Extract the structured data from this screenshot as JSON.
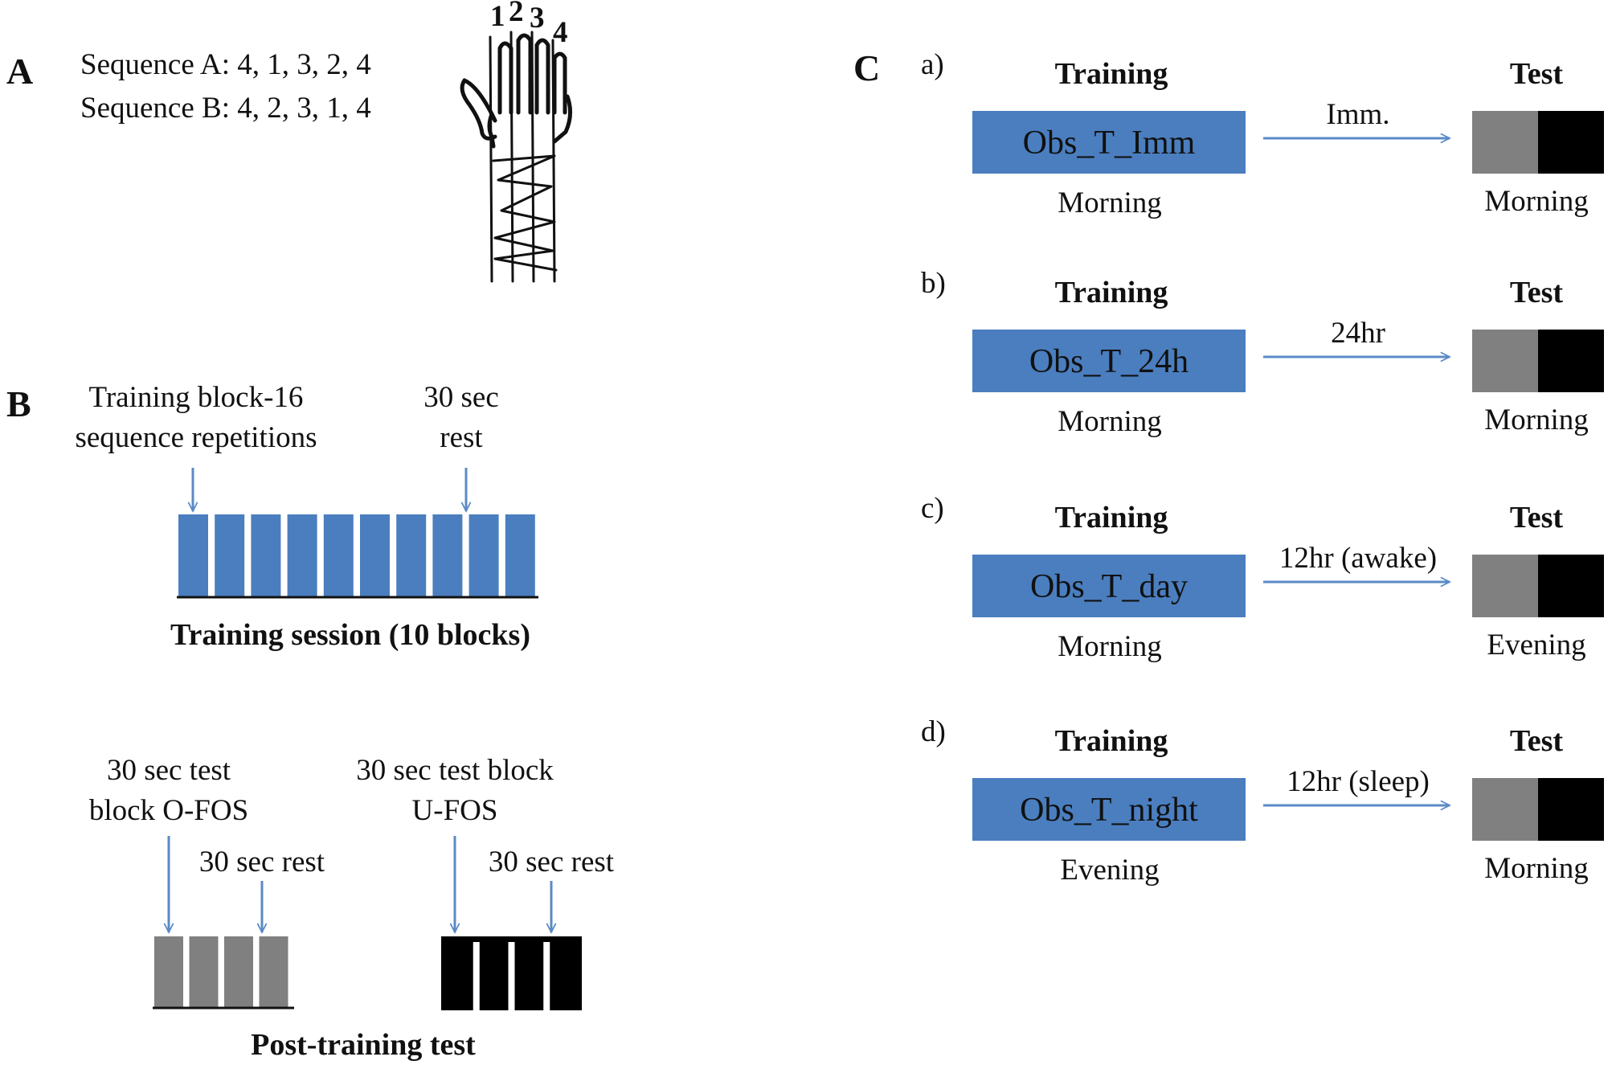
{
  "panelA": {
    "label": "A",
    "seq_a": "Sequence A: 4, 1, 3, 2, 4",
    "seq_b": "Sequence B: 4, 2, 3, 1, 4",
    "fingers": [
      "1",
      "2",
      "3",
      "4"
    ]
  },
  "panelB": {
    "label": "B",
    "train_block_l1": "Training block-16",
    "train_block_l2": "sequence repetitions",
    "rest_l1": "30 sec",
    "rest_l2": "rest",
    "session_caption": "Training session (10 blocks)",
    "training_block_count": 10,
    "ofos_l1": "30 sec test",
    "ofos_l2": "block O-FOS",
    "ofos_rest": "30 sec rest",
    "ufos_l1": "30 sec test block",
    "ufos_l2": "U-FOS",
    "ufos_rest": "30 sec rest",
    "test_caption": "Post-training test",
    "test_block_count": 4
  },
  "panelC": {
    "label": "C",
    "colors": {
      "box": "#4a7ebf",
      "arrow": "#5b8ac6",
      "gray": "#808080",
      "black": "#000000"
    },
    "rows": [
      {
        "tag": "a)",
        "training": "Training",
        "box": "Obs_T_Imm",
        "train_time": "Morning",
        "interval": "Imm.",
        "test": "Test",
        "test_time": "Morning"
      },
      {
        "tag": "b)",
        "training": "Training",
        "box": "Obs_T_24h",
        "train_time": "Morning",
        "interval": "24hr",
        "test": "Test",
        "test_time": "Morning"
      },
      {
        "tag": "c)",
        "training": "Training",
        "box": "Obs_T_day",
        "train_time": "Morning",
        "interval": "12hr (awake)",
        "test": "Test",
        "test_time": "Evening"
      },
      {
        "tag": "d)",
        "training": "Training",
        "box": "Obs_T_night",
        "train_time": "Evening",
        "interval": "12hr (sleep)",
        "test": "Test",
        "test_time": "Morning"
      }
    ]
  }
}
